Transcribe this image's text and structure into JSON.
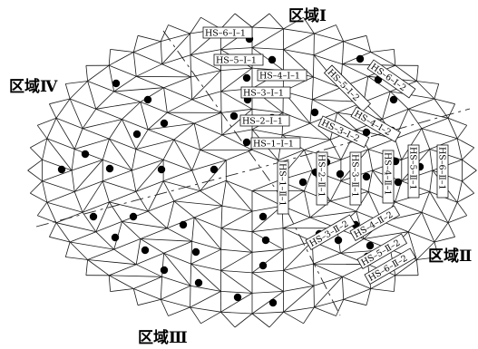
{
  "regions": {
    "r1": "区域Ⅰ",
    "r2": "区域Ⅱ",
    "r3": "区域Ⅲ",
    "r4": "区域Ⅳ"
  },
  "tags": {
    "hs_6_1_1": "HS–6–Ⅰ–1",
    "hs_5_1_1": "HS–5–Ⅰ–1",
    "hs_4_1_1": "HS–4–Ⅰ–1",
    "hs_3_1_1": "HS–3–Ⅰ–1",
    "hs_2_1_1": "HS–2–Ⅰ–1",
    "hs_1_1_1": "HS–1–Ⅰ–1",
    "hs_6_1_2": "HS–6–Ⅰ–2",
    "hs_5_1_2": "HS–5–Ⅰ–2",
    "hs_4_1_2": "HS–4–Ⅰ–2",
    "hs_3_1_2": "HS–3–Ⅰ–2",
    "hs_1_2_1": "HS–1–Ⅱ–1",
    "hs_2_2_1": "HS–2–Ⅱ–1",
    "hs_3_2_1": "HS–3–Ⅱ–1",
    "hs_4_2_1": "HS–4–Ⅱ–1",
    "hs_5_2_1": "HS–5–Ⅱ–1",
    "hs_6_2_1": "HS–6–Ⅱ–1",
    "hs_3_2_2": "HS–3–Ⅱ–2",
    "hs_4_2_2": "HS–4–Ⅱ–2",
    "hs_5_2_2": "HS–5–Ⅱ–2",
    "hs_6_2_2": "HS–6–Ⅱ–2"
  }
}
